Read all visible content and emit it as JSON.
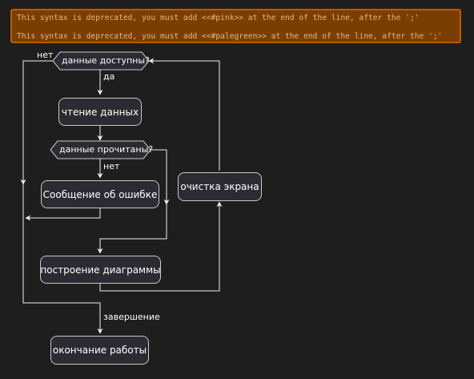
{
  "warnings": [
    "This syntax is deprecated, you must add <<#pink>> at the end of the line, after the ';'",
    "This syntax is deprecated, you must add <<#palegreen>> at the end of the line, after the ';'"
  ],
  "decisions": {
    "data_available": "данные доступны?",
    "data_read": "данные прочитаны?"
  },
  "activities": {
    "read_data": "чтение данных",
    "error_message": "Сообщение об ошибке",
    "build_diagram": "построение диаграммы",
    "clear_screen": "очистка экрана",
    "end_work": "окончание работы"
  },
  "edge_labels": {
    "available_no": "нет",
    "available_yes": "да",
    "read_no": "нет",
    "finish": "завершение"
  },
  "colors": {
    "background": "#1e1e1e",
    "node_fill": "#2b2b33",
    "line": "#f0f0f0",
    "warning_fill": "#7a3f00",
    "warning_text": "#e6b87a"
  }
}
